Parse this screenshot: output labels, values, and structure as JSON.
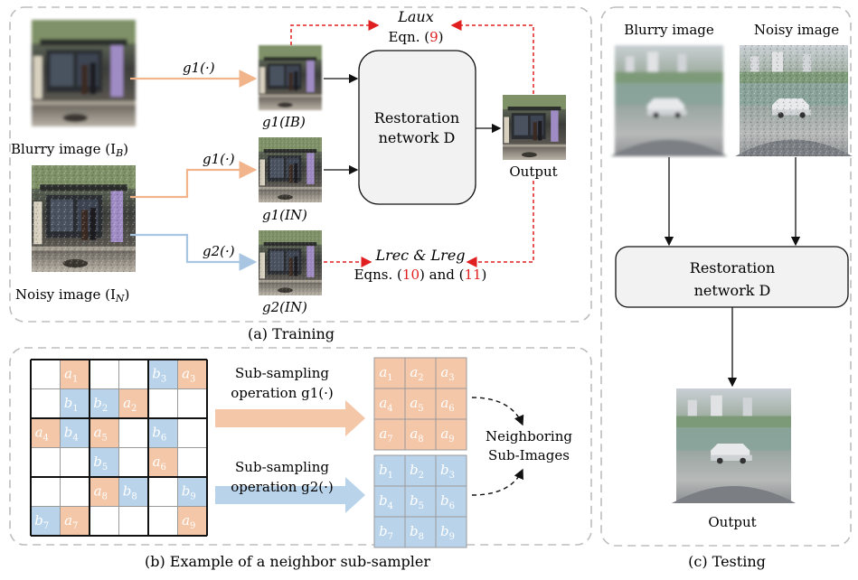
{
  "colors": {
    "orange": "#f4c7a8",
    "orange_stroke": "#f2b48a",
    "blue": "#b9d3ea",
    "blue_stroke": "#a8c6e2",
    "red": "#e02020",
    "box": "#f2f2f2"
  },
  "training": {
    "caption": "(a) Training",
    "blurry_label": "Blurry image (I",
    "blurry_sub": "B",
    "noisy_label": "Noisy image (I",
    "noisy_sub": "N",
    "g1_arrow": "g1(·)",
    "g1_arrow2": "g1(·)",
    "g2_arrow": "g2(·)",
    "g1_blur_label": "g1(IB)",
    "g1_noisy_label": "g1(IN)",
    "g2_noisy_label": "g2(IN)",
    "network_line1": "Restoration",
    "network_line2": "network D",
    "output_label": "Output",
    "aux_loss": "Laux",
    "aux_eqn_pre": "Eqn. (",
    "aux_eqn_num": "9",
    "aux_eqn_post": ")",
    "rec_loss": "Lrec & Lreg",
    "rec_eqn_a": "Eqns. (",
    "rec_eqn_n1": "10",
    "rec_eqn_b": ") and (",
    "rec_eqn_n2": "11",
    "rec_eqn_c": ")"
  },
  "sampler": {
    "caption": "(b) Example of a neighbor sub-sampler",
    "op1_line1": "Sub-sampling",
    "op1_line2": "operation g1(·)",
    "op2_line1": "Sub-sampling",
    "op2_line2": "operation g2(·)",
    "neighbor_line1": "Neighboring",
    "neighbor_line2": "Sub-Images",
    "grid": [
      [
        "",
        "a1",
        "",
        "",
        "b3",
        "a3"
      ],
      [
        "",
        "b1",
        "b2",
        "a2",
        "",
        ""
      ],
      [
        "a4",
        "b4",
        "a5",
        "",
        "b6",
        ""
      ],
      [
        "",
        "",
        "b5",
        "",
        "a6",
        ""
      ],
      [
        "",
        "",
        "a8",
        "b8",
        "",
        "b9"
      ],
      [
        "b7",
        "a7",
        "",
        "",
        "",
        "a9"
      ]
    ],
    "a_grid": [
      "a1",
      "a2",
      "a3",
      "a4",
      "a5",
      "a6",
      "a7",
      "a8",
      "a9"
    ],
    "b_grid": [
      "b1",
      "b2",
      "b3",
      "b4",
      "b5",
      "b6",
      "b7",
      "b8",
      "b9"
    ]
  },
  "testing": {
    "caption": "(c) Testing",
    "blurry_label": "Blurry image",
    "noisy_label": "Noisy image",
    "network_line1": "Restoration",
    "network_line2": "network D",
    "output_label": "Output"
  }
}
